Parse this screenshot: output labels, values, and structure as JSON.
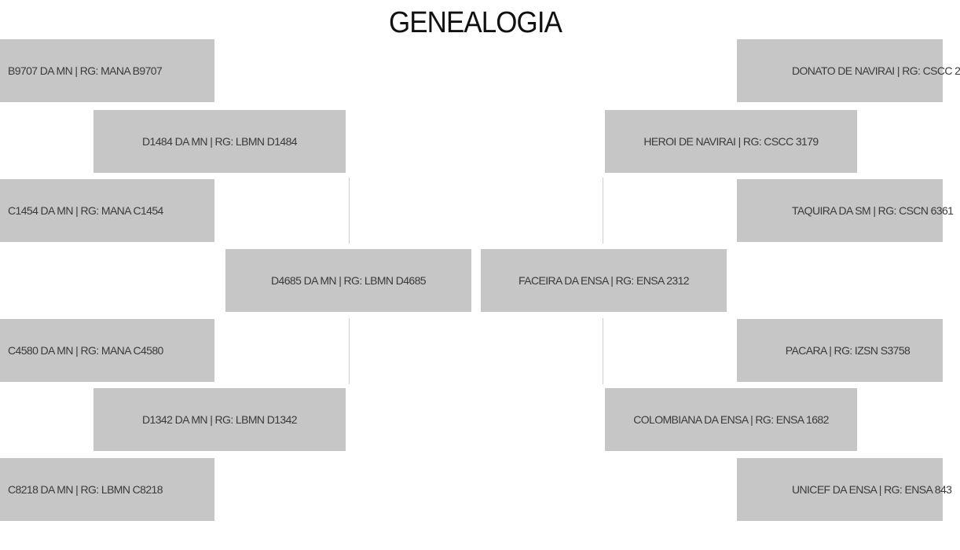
{
  "title": "GENEALOGIA",
  "sire_side": {
    "sire": "D4685 DA MN | RG: LBMN D4685",
    "paternal_grandsire": "D1484 DA MN | RG: LBMN D1484",
    "paternal_granddam": "D1342 DA MN | RG: LBMN D1342",
    "ggp_1": "B9707 DA MN | RG: MANA B9707",
    "ggp_2": "C1454 DA MN | RG: MANA C1454",
    "ggp_3": "C4580 DA MN | RG: MANA C4580",
    "ggp_4": "C8218 DA MN | RG: LBMN C8218"
  },
  "dam_side": {
    "dam": "FACEIRA DA ENSA | RG: ENSA 2312",
    "maternal_grandsire": "HEROI DE NAVIRAI | RG: CSCC 3179",
    "maternal_granddam": "COLOMBIANA DA ENSA | RG: ENSA 1682",
    "ggp_1": "DONATO DE NAVIRAI | RG: CSCC 2",
    "ggp_2": "TAQUIRA DA SM | RG: CSCN 6361",
    "ggp_3": "PACARA | RG: IZSN S3758",
    "ggp_4": "UNICEF DA ENSA | RG: ENSA 843"
  },
  "colors": {
    "box_fill": "#c6c6c6",
    "box_text": "#3a3a3a",
    "title_text": "#111111",
    "connector": "#cfcfcf"
  }
}
